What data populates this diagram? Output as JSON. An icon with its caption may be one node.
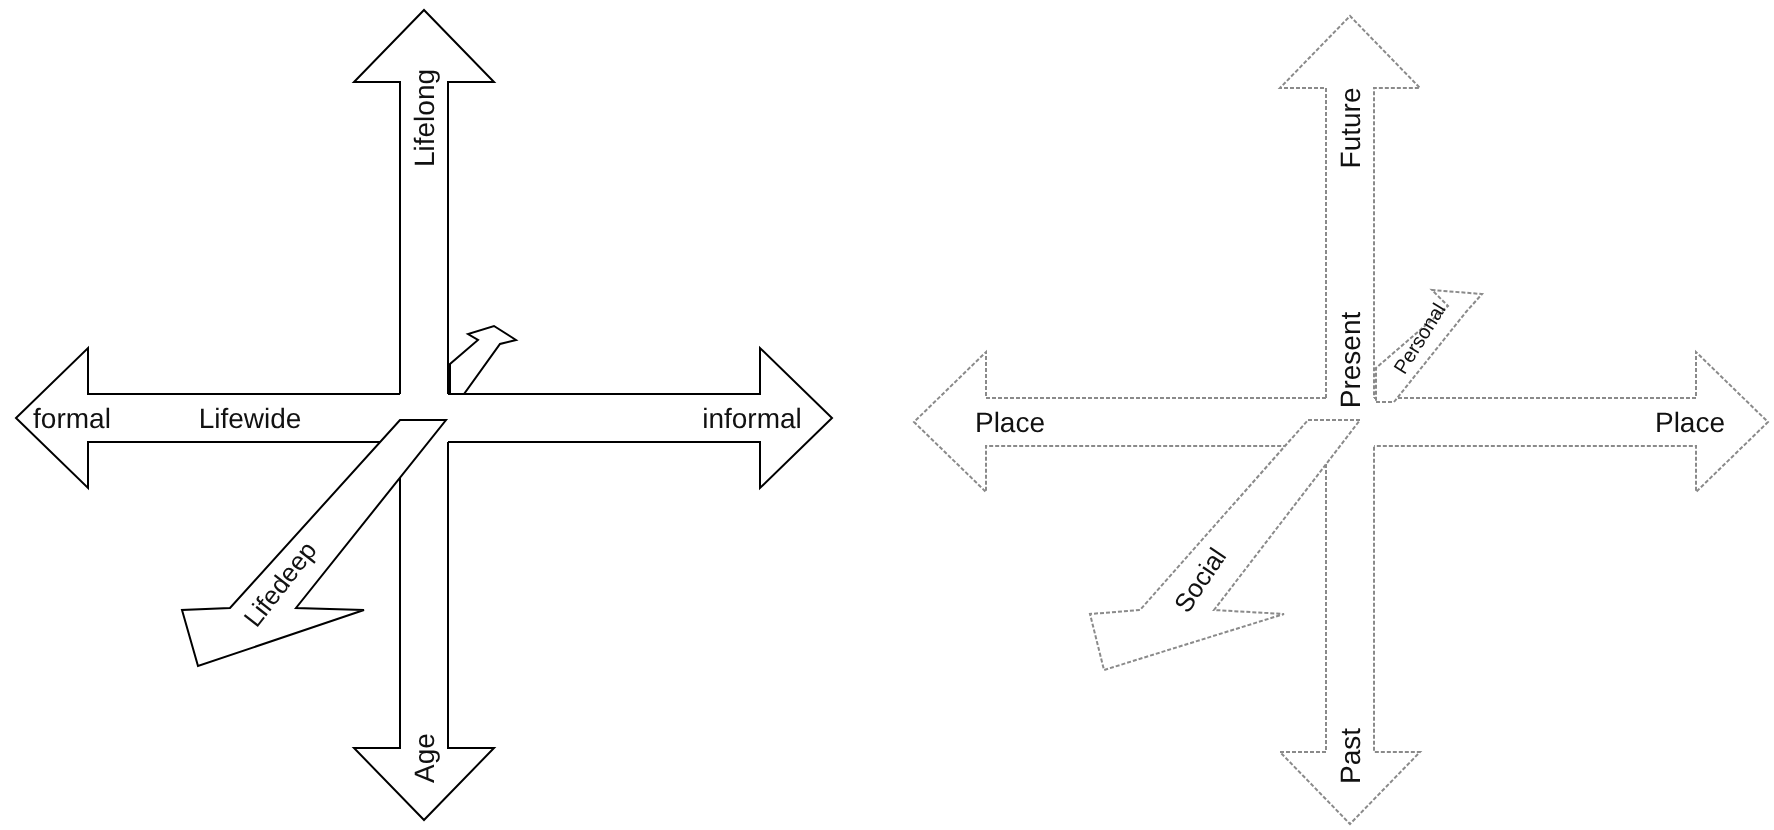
{
  "diagram": {
    "nodes": [
      {
        "text": [
          "Lifelong",
          "Age"
        ]
      },
      {
        "text": [
          "formal",
          "Lifewide",
          "informal"
        ]
      },
      {
        "text": [
          "Lifedeep"
        ]
      },
      {
        "text": [],
        "shape": "arrow"
      },
      {
        "text": [
          "Future",
          "Present",
          "Past"
        ]
      },
      {
        "text": [
          "Place",
          "Place"
        ]
      },
      {
        "text": [
          "Personal"
        ]
      },
      {
        "text": [
          "Social"
        ]
      }
    ]
  }
}
